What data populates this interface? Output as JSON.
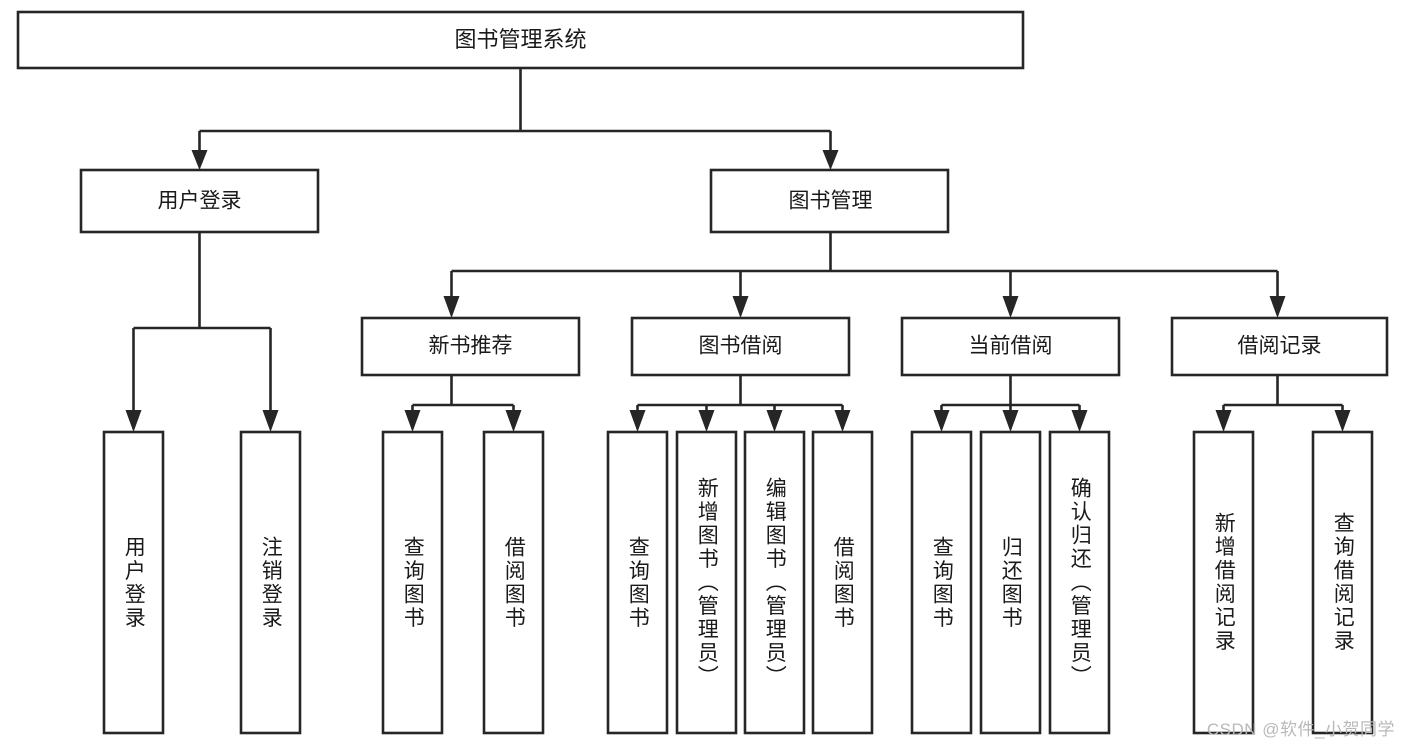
{
  "diagram": {
    "title": "图书管理系统",
    "type": "tree-hierarchy",
    "watermark": "CSDN @软件_小贺同学",
    "colors": {
      "stroke": "#262626",
      "fill": "#ffffff",
      "text": "#1a1a1a",
      "watermark": "#b9b9b9"
    },
    "root": {
      "label": "图书管理系统"
    },
    "level2": [
      {
        "label": "用户登录"
      },
      {
        "label": "图书管理"
      }
    ],
    "level3": [
      {
        "label": "新书推荐"
      },
      {
        "label": "图书借阅"
      },
      {
        "label": "当前借阅"
      },
      {
        "label": "借阅记录"
      }
    ],
    "leaves": {
      "user_login": [
        {
          "label": "用户登录"
        },
        {
          "label": "注销登录"
        }
      ],
      "new_book_recommend": [
        {
          "label": "查询图书"
        },
        {
          "label": "借阅图书"
        }
      ],
      "book_borrow": [
        {
          "label": "查询图书"
        },
        {
          "label": "新增图书（管理员）"
        },
        {
          "label": "编辑图书（管理员）"
        },
        {
          "label": "借阅图书"
        }
      ],
      "current_borrow": [
        {
          "label": "查询图书"
        },
        {
          "label": "归还图书"
        },
        {
          "label": "确认归还（管理员）"
        }
      ],
      "borrow_record": [
        {
          "label": "新增借阅记录"
        },
        {
          "label": "查询借阅记录"
        }
      ]
    }
  }
}
